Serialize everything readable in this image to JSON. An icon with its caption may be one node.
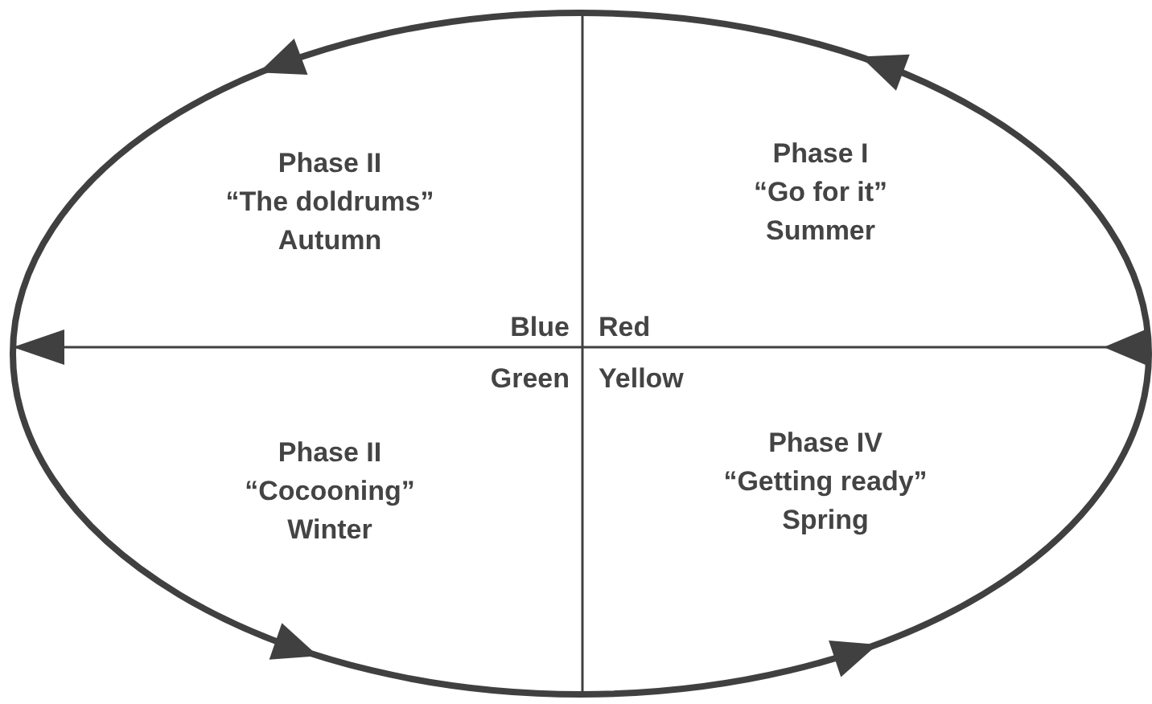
{
  "diagram": {
    "nodes": [
      {
        "text": [
          "Phase I",
          "“Go for it”",
          "Summer"
        ]
      },
      {
        "text": [
          "Phase II",
          "“The doldrums”",
          "Autumn"
        ]
      },
      {
        "text": [
          "Phase II",
          "“Cocooning”",
          "Winter"
        ]
      },
      {
        "text": [
          "Phase IV",
          "“Getting ready”",
          "Spring"
        ]
      }
    ],
    "labels": [
      "Blue",
      "Red",
      "Green",
      "Yellow"
    ]
  }
}
